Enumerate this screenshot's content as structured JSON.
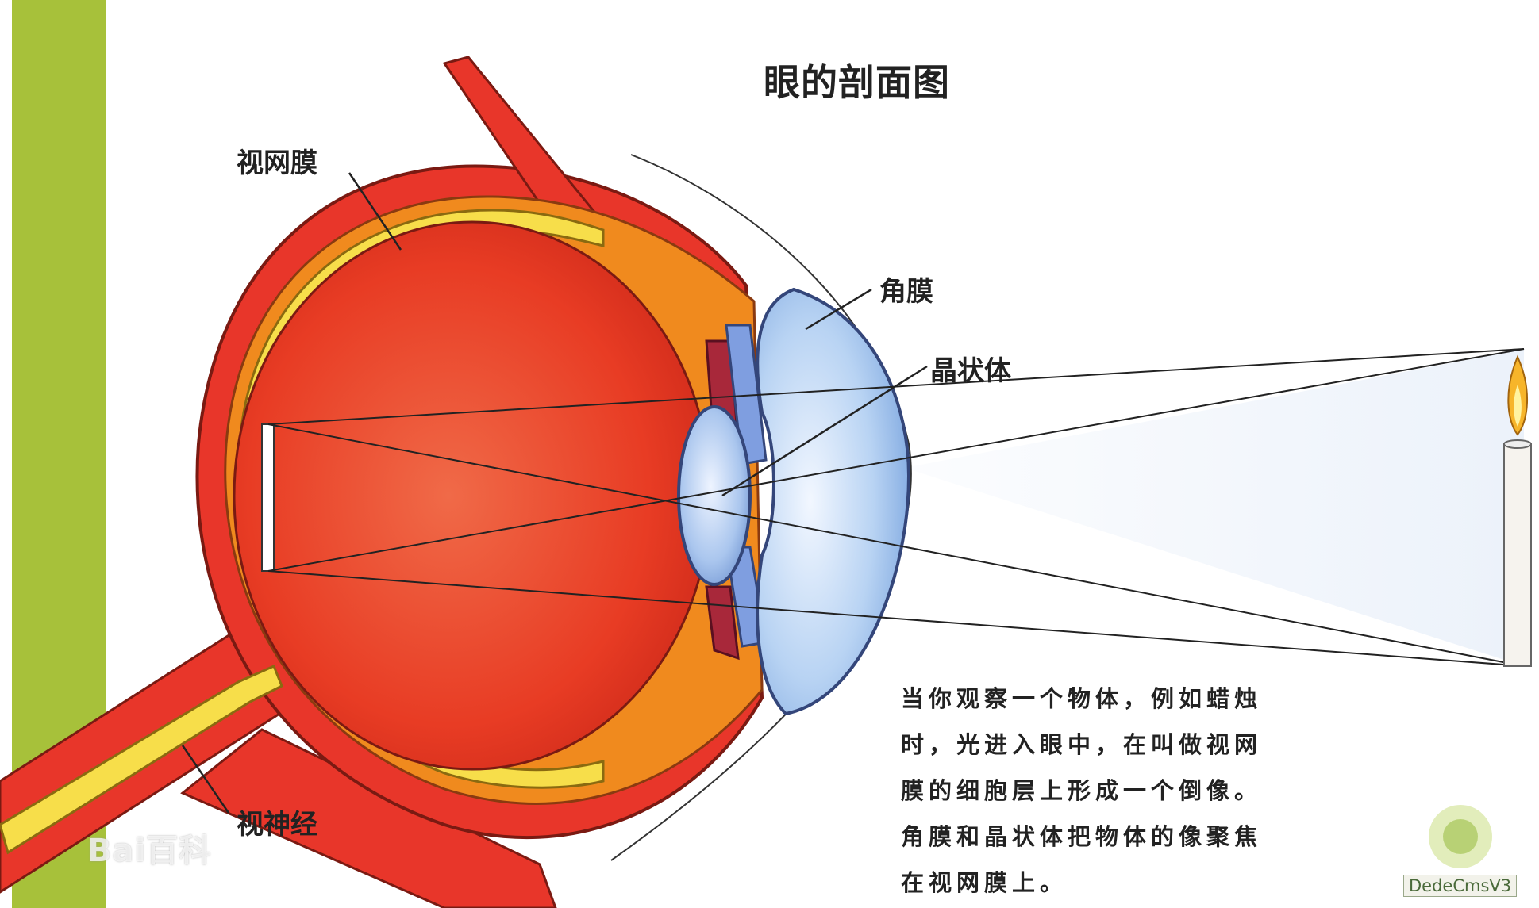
{
  "title": "眼的剖面图",
  "labels": {
    "retina": "视网膜",
    "cornea": "角膜",
    "lens": "晶状体",
    "optic_nerve": "视神经"
  },
  "caption": "当你观察一个物体，例如蜡烛时，光进入眼中，在叫做视网膜的细胞层上形成一个倒像。角膜和晶状体把物体的像聚焦在视网膜上。",
  "watermarks": {
    "baidu": "Bai百科",
    "dede": "DedeCmsV3"
  },
  "colors": {
    "sclera": "#e8362a",
    "choroid": "#f08a1e",
    "retina_layer": "#f7de4a",
    "vitreous": "#e84a2e",
    "cornea": "#9cc3ee",
    "green_bar": "#a7c13a"
  }
}
